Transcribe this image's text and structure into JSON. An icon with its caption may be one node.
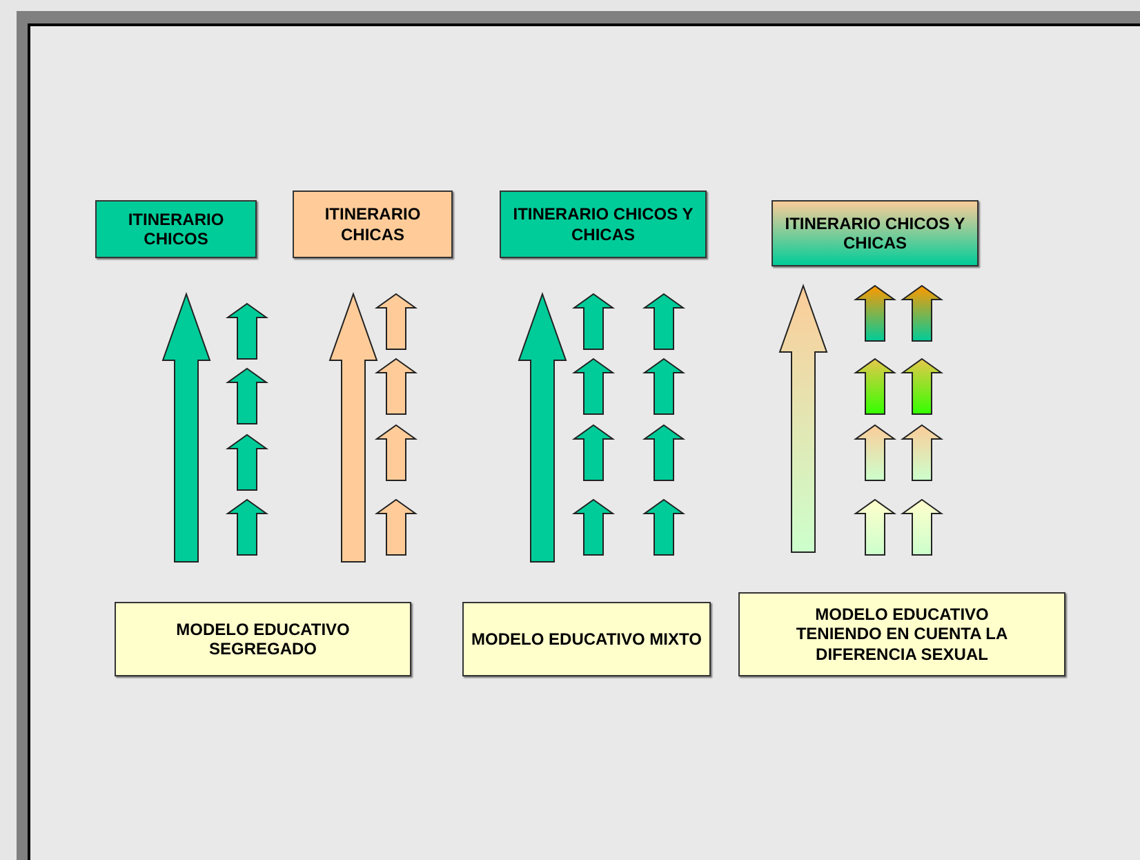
{
  "diagram": {
    "nodes": [
      {
        "text": [
          "ITINERARIO CHICOS"
        ]
      },
      {
        "text": [
          "ITINERARIO CHICAS"
        ]
      },
      {
        "text": [
          "ITINERARIO CHICOS Y CHICAS"
        ]
      },
      {
        "text": [
          "ITINERARIO CHICOS Y CHICAS"
        ]
      },
      {
        "text": [
          "MODELO EDUCATIVO SEGREGADO"
        ]
      },
      {
        "text": [
          "MODELO EDUCATIVO MIXTO"
        ]
      },
      {
        "text": [
          "MODELO EDUCATIVO TENIENDO EN CUENTA LA DIFERENCIA SEXUAL"
        ]
      }
    ],
    "edges": [
      {
        "from": 4,
        "to": 0,
        "arrow": "to"
      },
      {
        "from": 4,
        "to": 1,
        "arrow": "to"
      },
      {
        "from": 5,
        "to": 2,
        "arrow": "to"
      },
      {
        "from": 6,
        "to": 3,
        "arrow": "to"
      }
    ]
  }
}
